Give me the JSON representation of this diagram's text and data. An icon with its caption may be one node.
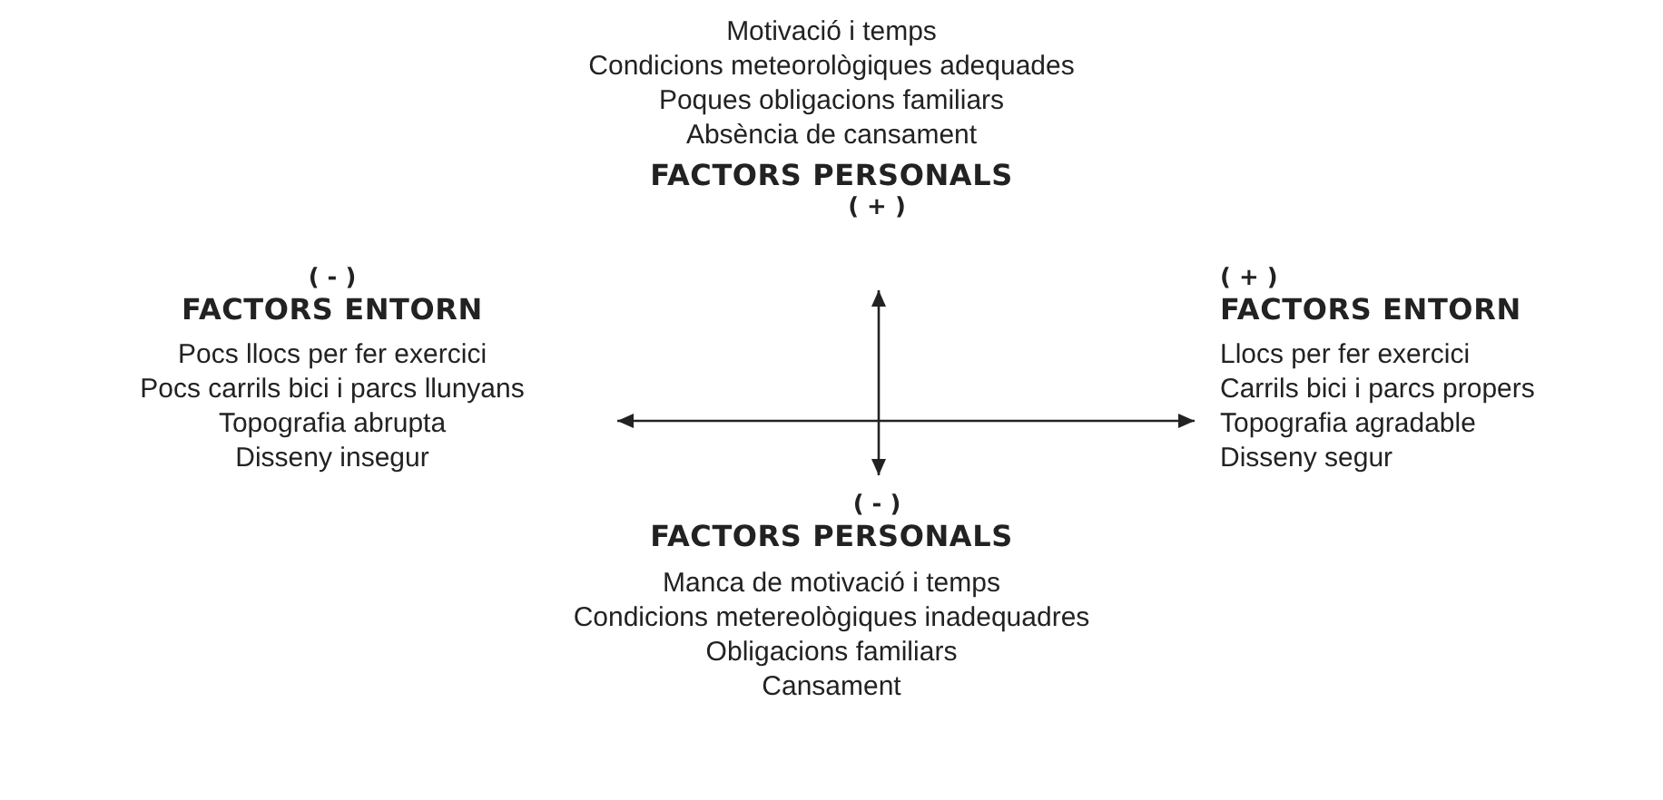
{
  "diagram": {
    "labels": [
      "Motivació i temps",
      "Condicions meteorològiques adequades",
      "Poques obligacions familiars",
      "Absència de cansament",
      "FACTORS PERSONALS",
      "( + )",
      "( - )",
      "FACTORS ENTORN",
      "Pocs llocs per fer exercici",
      "Pocs carrils bici i parcs llunyans",
      "Topografia abrupta",
      "Disseny insegur",
      "( + )",
      "FACTORS ENTORN",
      "Llocs per fer exercici",
      "Carrils bici i parcs propers",
      "Topografia agradable",
      "Disseny segur",
      "( - )",
      "FACTORS PERSONALS",
      "Manca de motivació i temps",
      "Condicions metereològiques inadequadres",
      "Obligacions familiars",
      "Cansament"
    ]
  }
}
